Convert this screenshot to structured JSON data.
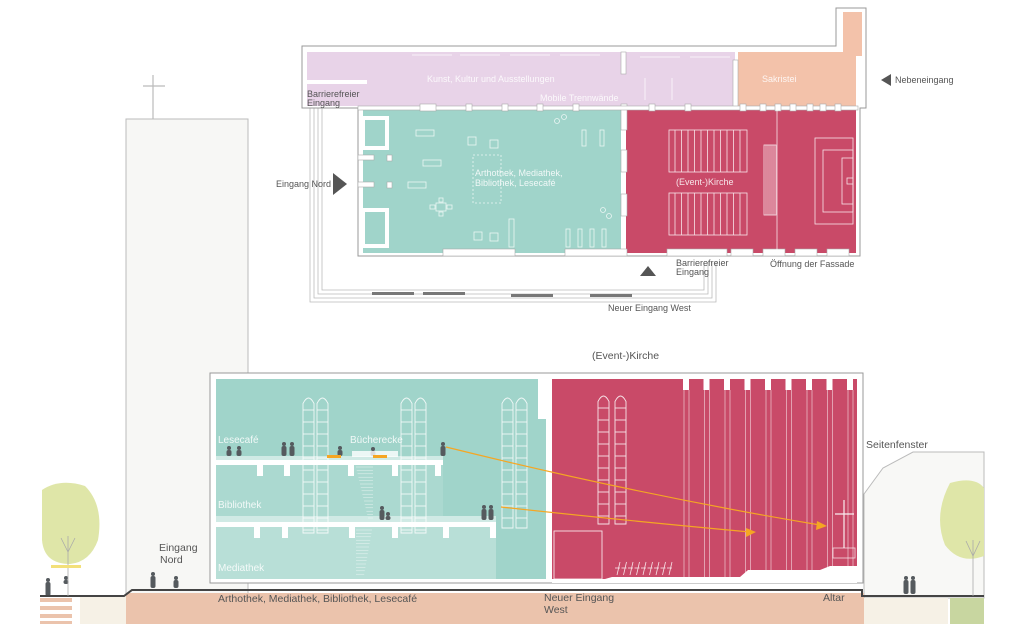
{
  "colors": {
    "exhibition": "#e8d3e8",
    "library": "#a0d4ca",
    "church": "#c94a68",
    "sacristy": "#f3c2aa",
    "ground": "#ebc3ac",
    "wall": "#ffffff",
    "outline": "#888888",
    "arrow": "#f5a623",
    "entry_marker": "#555555",
    "tree": "#dfe6a8"
  },
  "plan": {
    "rooms": {
      "exhibition": "Kunst, Kultur und Ausstellungen",
      "partitions": "Mobile Trennwände",
      "sacristy": "Sakristei",
      "library_line1": "Arthothek, Mediathek,",
      "library_line2": "Bibliothek, Lesecafé",
      "church": "(Event-)Kirche"
    },
    "entrances": {
      "north": "Eingang Nord",
      "side": "Nebeneingang",
      "barrier_free_nw_line1": "Barrierefreier",
      "barrier_free_nw_line2": "Eingang",
      "barrier_free_s_line1": "Barrierefreier",
      "barrier_free_s_line2": "Eingang",
      "facade_opening": "Öffnung der Fassade",
      "west": "Neuer Eingang West"
    }
  },
  "section": {
    "title": "(Event-)Kirche",
    "levels": {
      "cafe": "Lesecafé",
      "book_corner": "Bücherecke",
      "library": "Bibliothek",
      "media": "Mediathek"
    },
    "labels": {
      "north_entry_line1": "Eingang",
      "north_entry_line2": "Nord",
      "side_window": "Seitenfenster",
      "ground_program": "Arthothek, Mediathek, Bibliothek, Lesecafé",
      "west_entry_line1": "Neuer Eingang",
      "west_entry_line2": "West",
      "altar": "Altar"
    }
  }
}
